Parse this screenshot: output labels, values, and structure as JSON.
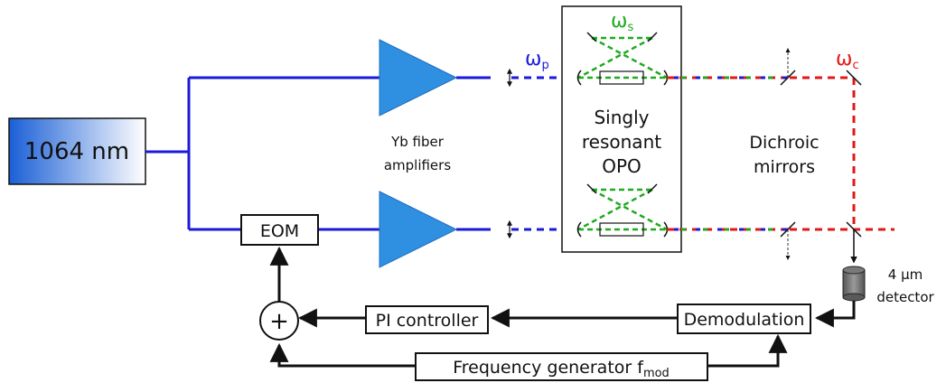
{
  "laser": {
    "label": "1064 nm",
    "gradient_start": "#1a5fd6",
    "gradient_end": "#ffffff"
  },
  "eom": {
    "label": "EOM"
  },
  "amplifiers": {
    "label_line1": "Yb fiber",
    "label_line2": "amplifiers",
    "color": "#2f8fe0"
  },
  "opo": {
    "label_line1": "Singly",
    "label_line2": "resonant",
    "label_line3": "OPO"
  },
  "beams": {
    "pump_symbol": "ω",
    "pump_sub": "p",
    "signal_symbol": "ω",
    "signal_sub": "s",
    "idler_symbol": "ω",
    "idler_sub": "c",
    "pump_color": "#1a1ad8",
    "signal_color": "#1faa1f",
    "idler_color": "#e01818"
  },
  "mirrors": {
    "label_line1": "Dichroic",
    "label_line2": "mirrors"
  },
  "detector": {
    "label_line1": "4 µm",
    "label_line2": "detector"
  },
  "demodulation": {
    "label": "Demodulation"
  },
  "pi_controller": {
    "label": "PI controller"
  },
  "sum": {
    "symbol": "+"
  },
  "freq_gen": {
    "label": "Frequency generator f",
    "sub": "mod"
  }
}
